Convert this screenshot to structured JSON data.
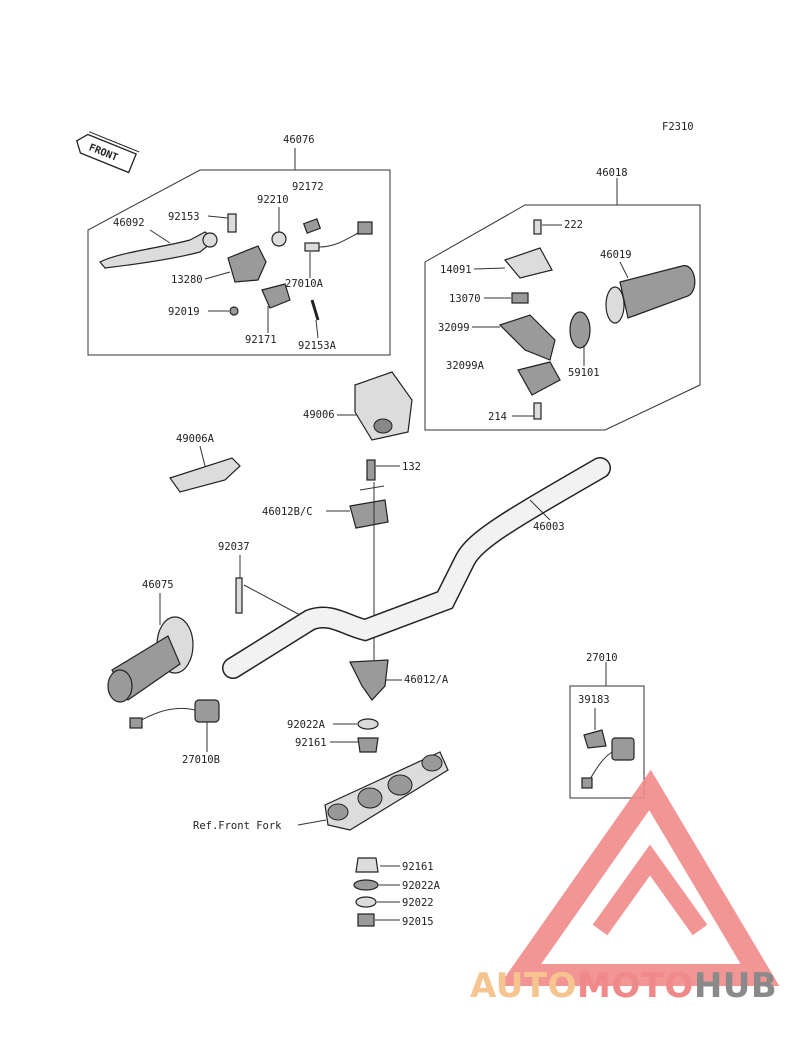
{
  "figure_code": "F2310",
  "front_label": "FRONT",
  "labels": {
    "l46076": "46076",
    "l92172": "92172",
    "l92210": "92210",
    "l92153": "92153",
    "l46092": "46092",
    "l13280": "13280",
    "l27010A": "27010A",
    "l92019": "92019",
    "l92171": "92171",
    "l92153A": "92153A",
    "l46018": "46018",
    "l222": "222",
    "l46019": "46019",
    "l14091": "14091",
    "l13070": "13070",
    "l32099": "32099",
    "l32099A": "32099A",
    "l59101": "59101",
    "l214": "214",
    "l49006": "49006",
    "l49006A": "49006A",
    "l132": "132",
    "l46012BC": "46012B/C",
    "l46003": "46003",
    "l92037": "92037",
    "l46075": "46075",
    "l46012A": "46012/A",
    "l27010": "27010",
    "l39183": "39183",
    "l92022A_top": "92022A",
    "l92161_top": "92161",
    "l27010B": "27010B",
    "lRefFork": "Ref.Front Fork",
    "l92161_bot": "92161",
    "l92022A_bot": "92022A",
    "l92022": "92022",
    "l92015": "92015"
  },
  "watermark": {
    "part1": "AUTO",
    "part2": "MOTO",
    "part3": "HUB",
    "color_light": "#f6c48f",
    "color_red": "#f08a8a",
    "color_dark": "#8a8a8a"
  }
}
